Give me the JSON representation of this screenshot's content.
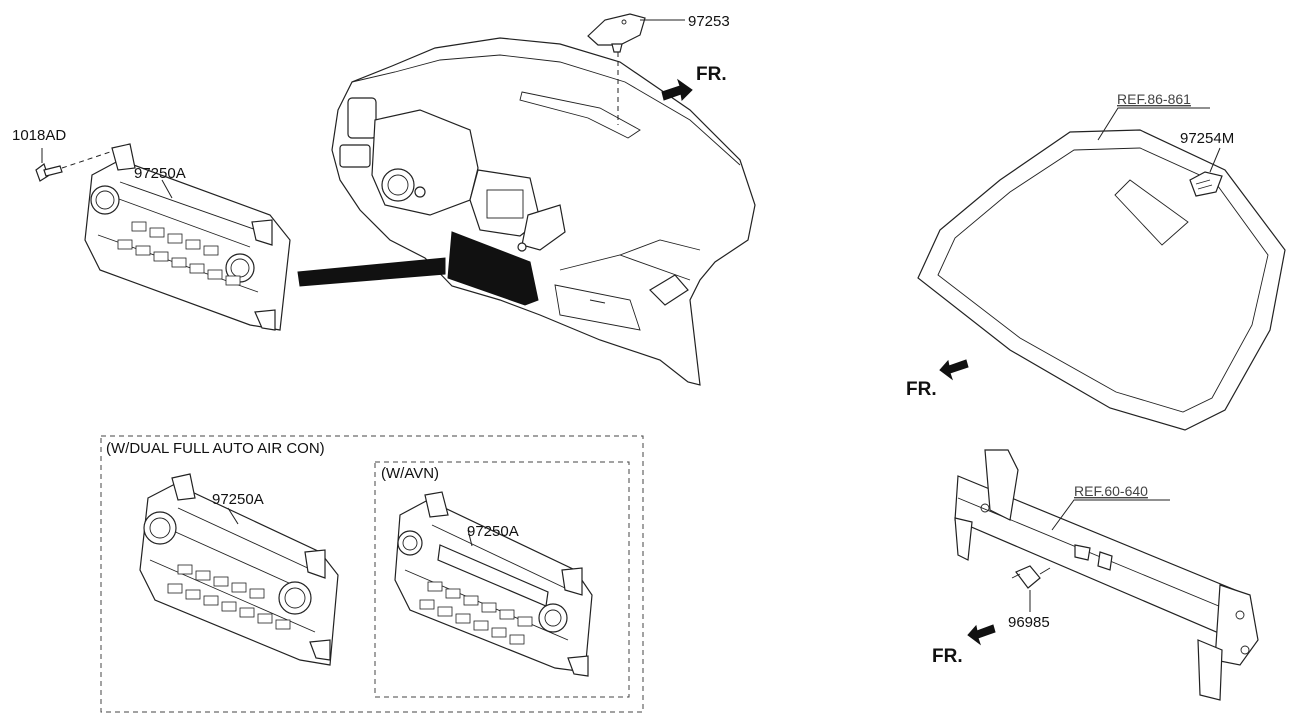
{
  "labels": {
    "screw": "1018AD",
    "main_panel": "97250A",
    "sensor_cover": "97253",
    "humidity_sensor": "97254M",
    "dual_panel": "97250A",
    "avn_panel": "97250A",
    "sensor_96985": "96985"
  },
  "refs": {
    "windshield": "REF.86-861",
    "crossbar": "REF.60-640"
  },
  "front_marks": {
    "top": "FR.",
    "windshield": "FR.",
    "crossbar": "FR."
  },
  "boxes": {
    "dual": "(W/DUAL FULL AUTO AIR CON)",
    "avn": "(W/AVN)"
  }
}
